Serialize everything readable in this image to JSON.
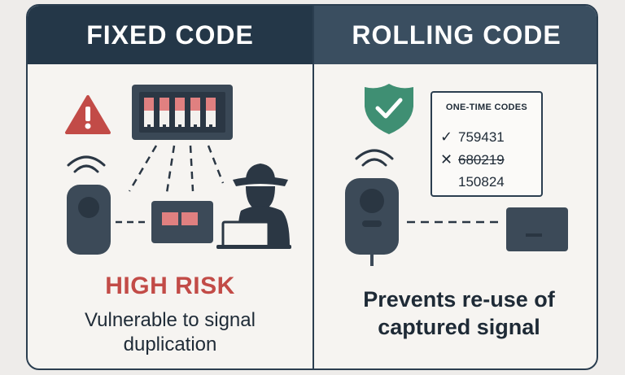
{
  "left_panel": {
    "header": "FIXED CODE",
    "risk_label": "HIGH RISK",
    "description": "Vulnerable to signal duplication",
    "icons": [
      "warning-icon",
      "dip-switch-icon",
      "remote-fob-icon",
      "receiver-icon",
      "hacker-icon",
      "laptop-icon"
    ]
  },
  "right_panel": {
    "header": "ROLLING CODE",
    "codes_title": "ONE-TIME CODES",
    "codes": [
      {
        "mark": "✓",
        "value": "759431",
        "status": "used-valid"
      },
      {
        "mark": "✕",
        "value": "680219",
        "status": "rejected"
      },
      {
        "mark": "",
        "value": "150824",
        "status": "next"
      }
    ],
    "benefit": "Prevents re-use of captured signal",
    "icons": [
      "shield-check-icon",
      "remote-fob-icon",
      "receiver-icon"
    ]
  },
  "colors": {
    "header_dark": "#243748",
    "header_mid": "#3a4e60",
    "risk_red": "#c24b47",
    "shield_green": "#3f8f73",
    "device_gray": "#3c4a58"
  }
}
